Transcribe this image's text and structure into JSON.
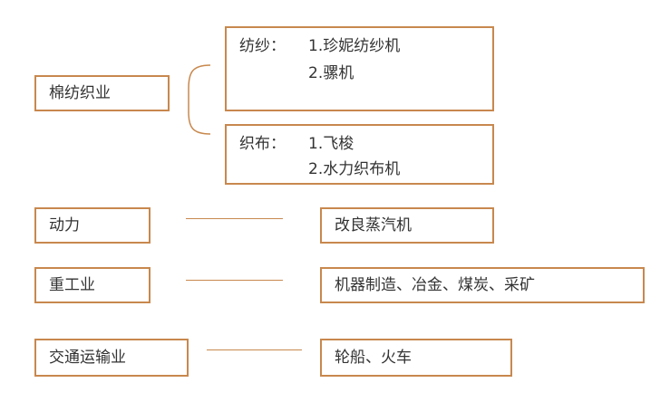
{
  "accent_color": "#c8884e",
  "textile": {
    "category": "棉纺织业",
    "spinning": {
      "label": "纺纱：",
      "items": [
        "1.珍妮纺纱机",
        "2.骡机"
      ]
    },
    "weaving": {
      "label": "织布：",
      "items": [
        "1.飞梭",
        "2.水力织布机"
      ]
    }
  },
  "rows": [
    {
      "category": "动力",
      "result": "改良蒸汽机"
    },
    {
      "category": "重工业",
      "result": "机器制造、冶金、煤炭、采矿"
    },
    {
      "category": "交通运输业",
      "result": "轮船、火车"
    }
  ]
}
